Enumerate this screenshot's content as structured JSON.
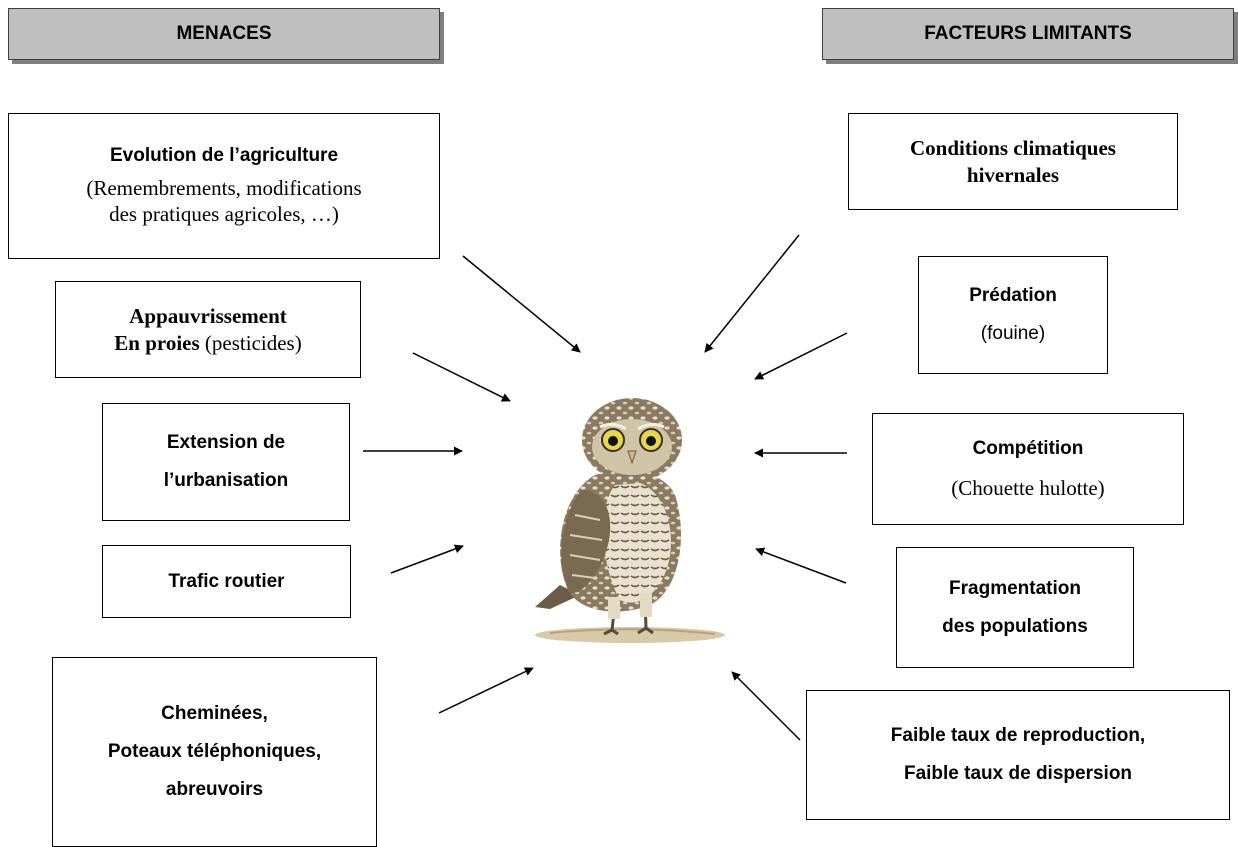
{
  "headers": {
    "left": "MENACES",
    "right": "FACTEURS LIMITANTS"
  },
  "threats": {
    "agriculture": {
      "title": "Evolution de l’agriculture",
      "detail_line1": "(Remembrements, modifications",
      "detail_line2": "des pratiques agricoles, …)"
    },
    "prey": {
      "line1": "Appauvrissement",
      "line2_bold": "En proies",
      "line2_rest": " (pesticides)"
    },
    "urbanisation": {
      "line1": "Extension de",
      "line2": "l’urbanisation"
    },
    "traffic": {
      "label": "Trafic routier"
    },
    "structures": {
      "line1": "Cheminées,",
      "line2": "Poteaux téléphoniques,",
      "line3": "abreuvoirs"
    }
  },
  "limiting_factors": {
    "climate": {
      "line1": "Conditions climatiques",
      "line2": "hivernales"
    },
    "predation": {
      "title": "Prédation",
      "detail": "(fouine)"
    },
    "competition": {
      "title": "Compétition",
      "detail": "(Chouette hulotte)"
    },
    "fragmentation": {
      "line1": "Fragmentation",
      "line2": "des populations"
    },
    "reproduction": {
      "line1": "Faible taux de reproduction,",
      "line2": "Faible taux de dispersion"
    }
  },
  "center_image": "little-owl-illustration"
}
